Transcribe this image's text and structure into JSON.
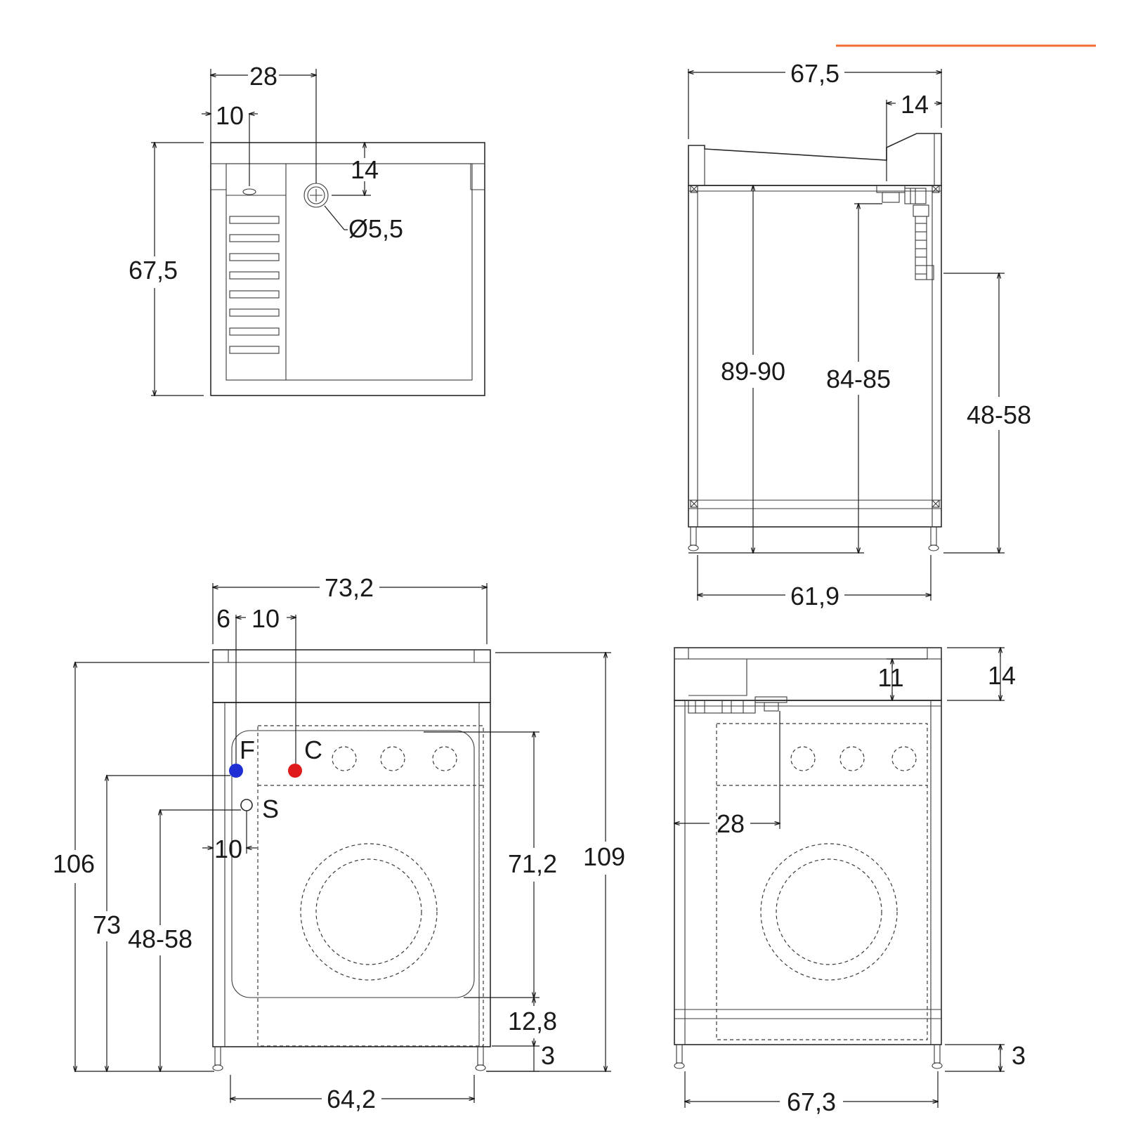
{
  "colors": {
    "accent": "#f26b2f",
    "cold_water": "#1f2fd4",
    "hot_water": "#e01b1b",
    "line": "#2a2a2a"
  },
  "top_view": {
    "width_to_drain": "28",
    "left_offset": "10",
    "drain_offset": "14",
    "drain_diameter": "Ø5,5",
    "depth": "67,5"
  },
  "side_view": {
    "depth": "67,5",
    "top_offset": "14",
    "height_sink": "89-90",
    "height_drain": "84-85",
    "height_outlet": "48-58",
    "base_width": "61,9"
  },
  "front_view": {
    "width": "73,2",
    "offset_left": "6",
    "offset_hot": "10",
    "cold_label": "F",
    "hot_label": "C",
    "drain_label": "S",
    "offset_drain": "10",
    "total_height": "106",
    "height_taps": "73",
    "height_drain": "48-58",
    "machine_height": "71,2",
    "overall_height": "109",
    "gap_bottom": "12,8",
    "foot": "3",
    "inner_width": "64,2"
  },
  "rear_view": {
    "top_height": "14",
    "basin_depth": "11",
    "drain_offset": "28",
    "foot": "3",
    "width": "67,3"
  }
}
